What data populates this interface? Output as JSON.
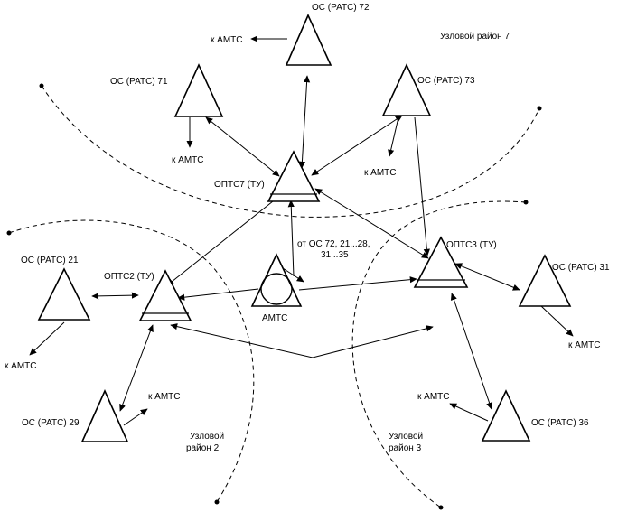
{
  "colors": {
    "stroke": "#000000",
    "background": "#ffffff"
  },
  "zones": {
    "zone7": "Узловой район 7",
    "zone2_line1": "Узловой",
    "zone2_line2": "район 2",
    "zone3_line1": "Узловой",
    "zone3_line2": "район 3"
  },
  "nodes": {
    "os72": "ОС (РАТС) 72",
    "os71": "ОС (РАТС) 71",
    "os73": "ОС (РАТС) 73",
    "optc7": "ОПТС7 (ТУ)",
    "os21": "ОС (РАТС) 21",
    "optc2": "ОПТС2 (ТУ)",
    "amts": "АМТС",
    "optc3": "ОПТС3 (ТУ)",
    "os31": "ОС (РАТС) 31",
    "os29": "ОС (РАТС) 29",
    "os36": "ОС (РАТС) 36"
  },
  "annotation": {
    "line1": "от ОС 72, 21...28,",
    "line2": "31...35"
  },
  "to_amts": {
    "from72": "к АМТС",
    "from71": "к АМТС",
    "from73": "к АМТС",
    "from21": "к АМТС",
    "from31": "к АМТС",
    "from29": "к АМТС",
    "from36": "к АМТС"
  }
}
